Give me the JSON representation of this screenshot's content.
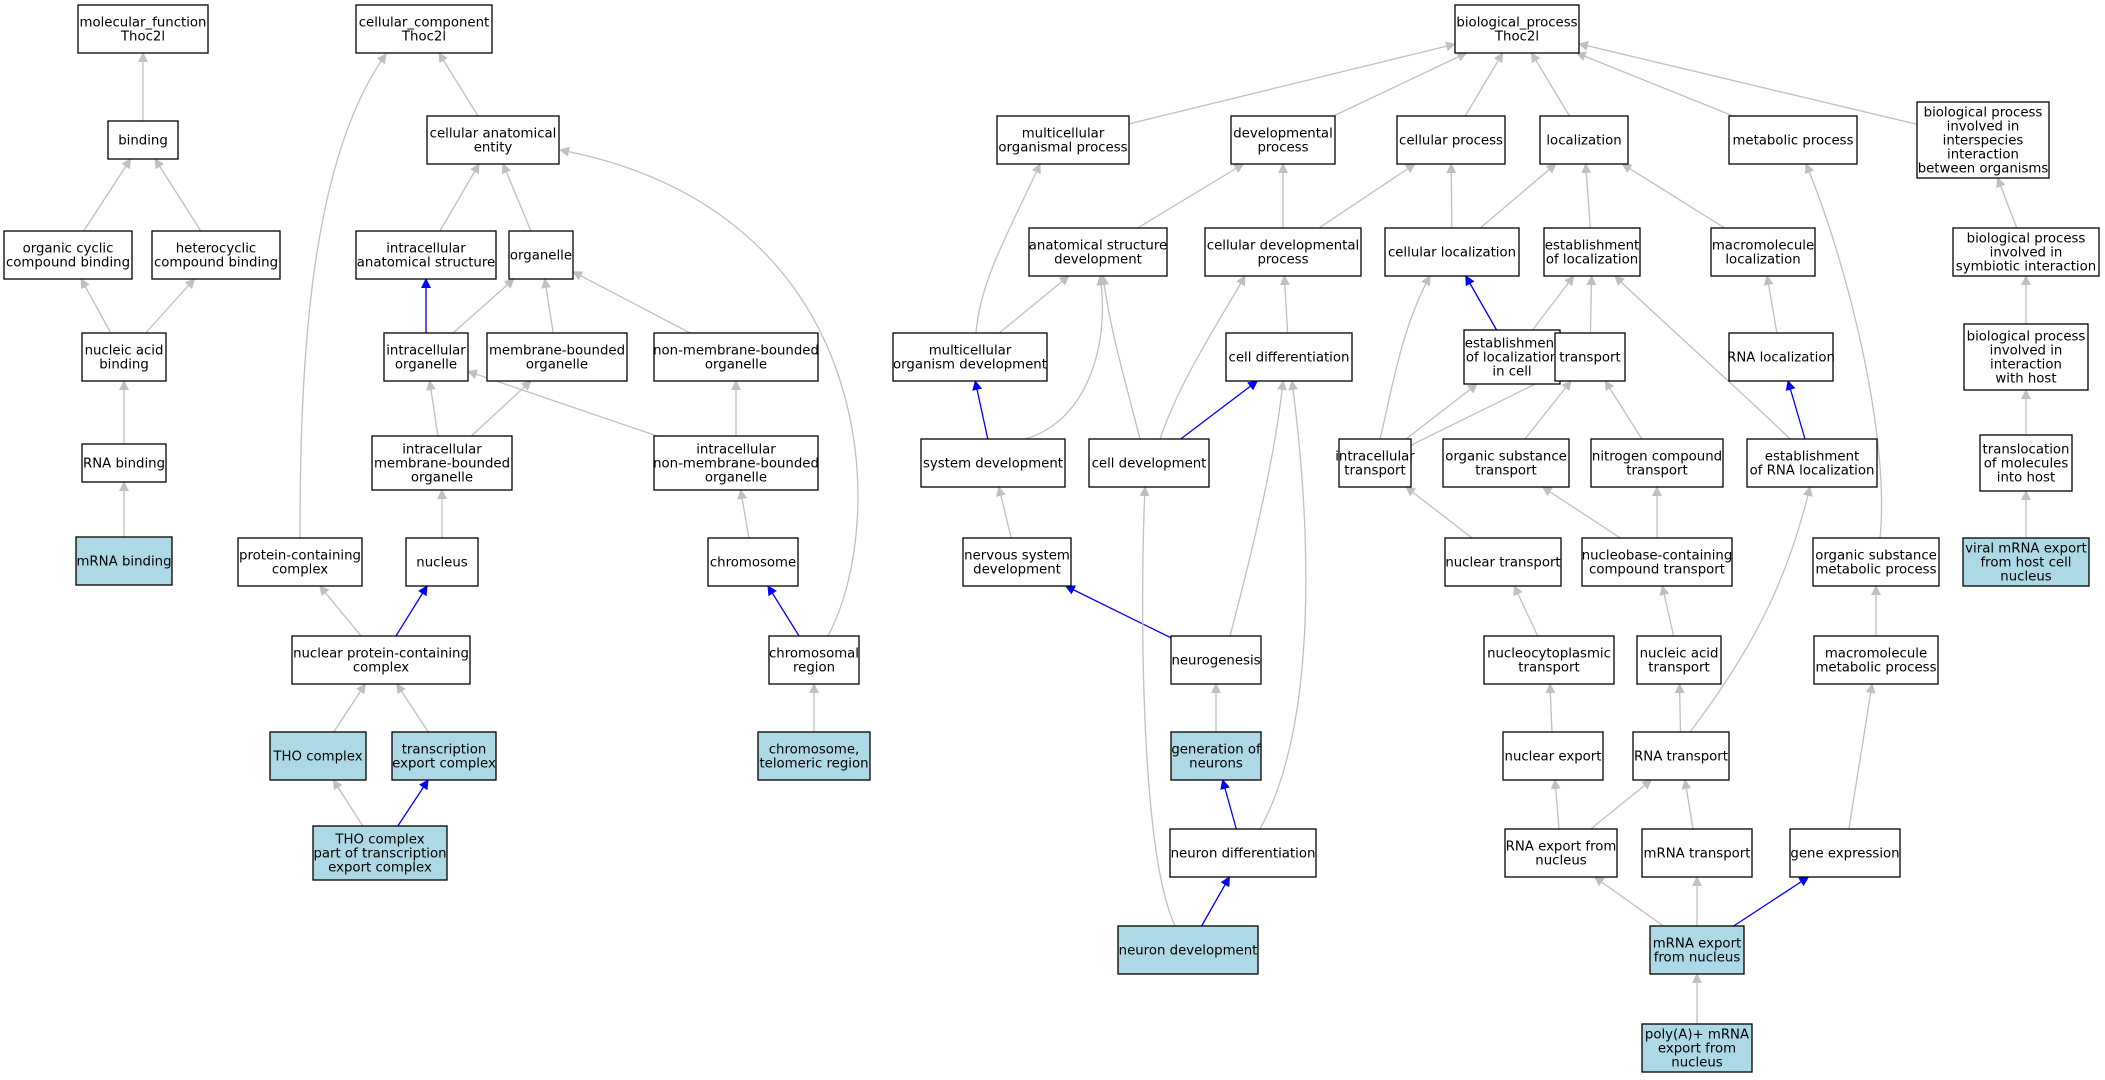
{
  "colors": {
    "highlight_fill": "#add8e6",
    "default_fill": "#ffffff",
    "edge_gray": "#c0c0c0",
    "edge_blue": "#0000ff",
    "border": "#000000"
  },
  "nodes": [
    {
      "id": "mf",
      "lines": [
        "molecular_function",
        "Thoc2l"
      ],
      "highlight": false
    },
    {
      "id": "cc",
      "lines": [
        "cellular_component",
        "Thoc2l"
      ],
      "highlight": false
    },
    {
      "id": "bp",
      "lines": [
        "biological_process",
        "Thoc2l"
      ],
      "highlight": false
    },
    {
      "id": "binding",
      "lines": [
        "binding"
      ],
      "highlight": false
    },
    {
      "id": "occb",
      "lines": [
        "organic cyclic",
        "compound binding"
      ],
      "highlight": false
    },
    {
      "id": "hcb",
      "lines": [
        "heterocyclic",
        "compound binding"
      ],
      "highlight": false
    },
    {
      "id": "nab",
      "lines": [
        "nucleic acid",
        "binding"
      ],
      "highlight": false
    },
    {
      "id": "rnab",
      "lines": [
        "RNA binding"
      ],
      "highlight": false
    },
    {
      "id": "mrnab",
      "lines": [
        "mRNA binding"
      ],
      "highlight": true
    },
    {
      "id": "cae",
      "lines": [
        "cellular anatomical",
        "entity"
      ],
      "highlight": false
    },
    {
      "id": "ias",
      "lines": [
        "intracellular",
        "anatomical structure"
      ],
      "highlight": false
    },
    {
      "id": "org",
      "lines": [
        "organelle"
      ],
      "highlight": false
    },
    {
      "id": "io",
      "lines": [
        "intracellular",
        "organelle"
      ],
      "highlight": false
    },
    {
      "id": "mbo",
      "lines": [
        "membrane-bounded",
        "organelle"
      ],
      "highlight": false
    },
    {
      "id": "nmbo",
      "lines": [
        "non-membrane-bounded",
        "organelle"
      ],
      "highlight": false
    },
    {
      "id": "imbo",
      "lines": [
        "intracellular",
        "membrane-bounded",
        "organelle"
      ],
      "highlight": false
    },
    {
      "id": "inmbo",
      "lines": [
        "intracellular",
        "non-membrane-bounded",
        "organelle"
      ],
      "highlight": false
    },
    {
      "id": "pcc",
      "lines": [
        "protein-containing",
        "complex"
      ],
      "highlight": false
    },
    {
      "id": "nucleus",
      "lines": [
        "nucleus"
      ],
      "highlight": false
    },
    {
      "id": "chromosome",
      "lines": [
        "chromosome"
      ],
      "highlight": false
    },
    {
      "id": "npcc",
      "lines": [
        "nuclear protein-containing",
        "complex"
      ],
      "highlight": false
    },
    {
      "id": "chromreg",
      "lines": [
        "chromosomal",
        "region"
      ],
      "highlight": false
    },
    {
      "id": "tho",
      "lines": [
        "THO complex"
      ],
      "highlight": true
    },
    {
      "id": "trex",
      "lines": [
        "transcription",
        "export complex"
      ],
      "highlight": true
    },
    {
      "id": "telo",
      "lines": [
        "chromosome,",
        "telomeric region"
      ],
      "highlight": true
    },
    {
      "id": "thotrex",
      "lines": [
        "THO complex",
        "part of transcription",
        "export complex"
      ],
      "highlight": true
    },
    {
      "id": "mop",
      "lines": [
        "multicellular",
        "organismal process"
      ],
      "highlight": false
    },
    {
      "id": "devp",
      "lines": [
        "developmental",
        "process"
      ],
      "highlight": false
    },
    {
      "id": "cellp",
      "lines": [
        "cellular process"
      ],
      "highlight": false
    },
    {
      "id": "loc",
      "lines": [
        "localization"
      ],
      "highlight": false
    },
    {
      "id": "metp",
      "lines": [
        "metabolic process"
      ],
      "highlight": false
    },
    {
      "id": "bpii",
      "lines": [
        "biological process",
        "involved in",
        "interspecies",
        "interaction",
        "between organisms"
      ],
      "highlight": false
    },
    {
      "id": "asd",
      "lines": [
        "anatomical structure",
        "development"
      ],
      "highlight": false
    },
    {
      "id": "cdp",
      "lines": [
        "cellular developmental",
        "process"
      ],
      "highlight": false
    },
    {
      "id": "cloc",
      "lines": [
        "cellular localization"
      ],
      "highlight": false
    },
    {
      "id": "eloc",
      "lines": [
        "establishment",
        "of localization"
      ],
      "highlight": false
    },
    {
      "id": "mloc",
      "lines": [
        "macromolecule",
        "localization"
      ],
      "highlight": false
    },
    {
      "id": "bpsym",
      "lines": [
        "biological process",
        "involved in",
        "symbiotic interaction"
      ],
      "highlight": false
    },
    {
      "id": "mod",
      "lines": [
        "multicellular",
        "organism development"
      ],
      "highlight": false
    },
    {
      "id": "celldiff",
      "lines": [
        "cell differentiation"
      ],
      "highlight": false
    },
    {
      "id": "elocc",
      "lines": [
        "establishment",
        "of localization",
        "in cell"
      ],
      "highlight": false
    },
    {
      "id": "transport",
      "lines": [
        "transport"
      ],
      "highlight": false
    },
    {
      "id": "rnaloc",
      "lines": [
        "RNA localization"
      ],
      "highlight": false
    },
    {
      "id": "bpihost",
      "lines": [
        "biological process",
        "involved in",
        "interaction",
        "with host"
      ],
      "highlight": false
    },
    {
      "id": "sysdev",
      "lines": [
        "system development"
      ],
      "highlight": false
    },
    {
      "id": "celldev",
      "lines": [
        "cell development"
      ],
      "highlight": false
    },
    {
      "id": "ict",
      "lines": [
        "intracellular",
        "transport"
      ],
      "highlight": false
    },
    {
      "id": "ost",
      "lines": [
        "organic substance",
        "transport"
      ],
      "highlight": false
    },
    {
      "id": "nct",
      "lines": [
        "nitrogen compound",
        "transport"
      ],
      "highlight": false
    },
    {
      "id": "erl",
      "lines": [
        "establishment",
        "of RNA localization"
      ],
      "highlight": false
    },
    {
      "id": "tmih",
      "lines": [
        "translocation",
        "of molecules",
        "into host"
      ],
      "highlight": false
    },
    {
      "id": "nsd",
      "lines": [
        "nervous system",
        "development"
      ],
      "highlight": false
    },
    {
      "id": "nuct",
      "lines": [
        "nuclear transport"
      ],
      "highlight": false
    },
    {
      "id": "nbct",
      "lines": [
        "nucleobase-containing",
        "compound transport"
      ],
      "highlight": false
    },
    {
      "id": "osmp",
      "lines": [
        "organic substance",
        "metabolic process"
      ],
      "highlight": false
    },
    {
      "id": "vmrna",
      "lines": [
        "viral mRNA export",
        "from host cell",
        "nucleus"
      ],
      "highlight": true
    },
    {
      "id": "neurogen",
      "lines": [
        "neurogenesis"
      ],
      "highlight": false
    },
    {
      "id": "ncyt",
      "lines": [
        "nucleocytoplasmic",
        "transport"
      ],
      "highlight": false
    },
    {
      "id": "nat",
      "lines": [
        "nucleic acid",
        "transport"
      ],
      "highlight": false
    },
    {
      "id": "mmp",
      "lines": [
        "macromolecule",
        "metabolic process"
      ],
      "highlight": false
    },
    {
      "id": "genneur",
      "lines": [
        "generation of",
        "neurons"
      ],
      "highlight": true
    },
    {
      "id": "nucexp",
      "lines": [
        "nuclear export"
      ],
      "highlight": false
    },
    {
      "id": "rnat",
      "lines": [
        "RNA transport"
      ],
      "highlight": false
    },
    {
      "id": "neurdiff",
      "lines": [
        "neuron differentiation"
      ],
      "highlight": false
    },
    {
      "id": "rnaexp",
      "lines": [
        "RNA export from",
        "nucleus"
      ],
      "highlight": false
    },
    {
      "id": "mrnat",
      "lines": [
        "mRNA transport"
      ],
      "highlight": false
    },
    {
      "id": "geneexp",
      "lines": [
        "gene expression"
      ],
      "highlight": false
    },
    {
      "id": "neurdev",
      "lines": [
        "neuron development"
      ],
      "highlight": true
    },
    {
      "id": "mrnaexp",
      "lines": [
        "mRNA export",
        "from nucleus"
      ],
      "highlight": true
    },
    {
      "id": "polya",
      "lines": [
        "poly(A)+ mRNA",
        "export from",
        "nucleus"
      ],
      "highlight": true
    }
  ],
  "edges": [
    {
      "from": "binding",
      "to": "mf",
      "kind": "gray"
    },
    {
      "from": "occb",
      "to": "binding",
      "kind": "gray"
    },
    {
      "from": "hcb",
      "to": "binding",
      "kind": "gray"
    },
    {
      "from": "nab",
      "to": "occb",
      "kind": "gray"
    },
    {
      "from": "nab",
      "to": "hcb",
      "kind": "gray"
    },
    {
      "from": "rnab",
      "to": "nab",
      "kind": "gray"
    },
    {
      "from": "mrnab",
      "to": "rnab",
      "kind": "gray"
    },
    {
      "from": "cae",
      "to": "cc",
      "kind": "gray"
    },
    {
      "from": "pcc",
      "to": "cc",
      "kind": "gray"
    },
    {
      "from": "ias",
      "to": "cae",
      "kind": "gray"
    },
    {
      "from": "org",
      "to": "cae",
      "kind": "gray"
    },
    {
      "from": "chromreg",
      "to": "cae",
      "kind": "gray"
    },
    {
      "from": "io",
      "to": "ias",
      "kind": "blue"
    },
    {
      "from": "io",
      "to": "org",
      "kind": "gray"
    },
    {
      "from": "mbo",
      "to": "org",
      "kind": "gray"
    },
    {
      "from": "nmbo",
      "to": "org",
      "kind": "gray"
    },
    {
      "from": "imbo",
      "to": "io",
      "kind": "gray"
    },
    {
      "from": "imbo",
      "to": "mbo",
      "kind": "gray"
    },
    {
      "from": "inmbo",
      "to": "io",
      "kind": "gray"
    },
    {
      "from": "inmbo",
      "to": "nmbo",
      "kind": "gray"
    },
    {
      "from": "nucleus",
      "to": "imbo",
      "kind": "gray"
    },
    {
      "from": "chromosome",
      "to": "inmbo",
      "kind": "gray"
    },
    {
      "from": "npcc",
      "to": "pcc",
      "kind": "gray"
    },
    {
      "from": "npcc",
      "to": "nucleus",
      "kind": "blue"
    },
    {
      "from": "chromreg",
      "to": "chromosome",
      "kind": "blue"
    },
    {
      "from": "tho",
      "to": "npcc",
      "kind": "gray"
    },
    {
      "from": "trex",
      "to": "npcc",
      "kind": "gray"
    },
    {
      "from": "telo",
      "to": "chromreg",
      "kind": "gray"
    },
    {
      "from": "thotrex",
      "to": "tho",
      "kind": "gray"
    },
    {
      "from": "thotrex",
      "to": "trex",
      "kind": "blue"
    },
    {
      "from": "mop",
      "to": "bp",
      "kind": "gray"
    },
    {
      "from": "devp",
      "to": "bp",
      "kind": "gray"
    },
    {
      "from": "cellp",
      "to": "bp",
      "kind": "gray"
    },
    {
      "from": "loc",
      "to": "bp",
      "kind": "gray"
    },
    {
      "from": "metp",
      "to": "bp",
      "kind": "gray"
    },
    {
      "from": "bpii",
      "to": "bp",
      "kind": "gray"
    },
    {
      "from": "asd",
      "to": "devp",
      "kind": "gray"
    },
    {
      "from": "cdp",
      "to": "devp",
      "kind": "gray"
    },
    {
      "from": "cdp",
      "to": "cellp",
      "kind": "gray"
    },
    {
      "from": "cloc",
      "to": "cellp",
      "kind": "gray"
    },
    {
      "from": "cloc",
      "to": "loc",
      "kind": "gray"
    },
    {
      "from": "eloc",
      "to": "loc",
      "kind": "gray"
    },
    {
      "from": "mloc",
      "to": "loc",
      "kind": "gray"
    },
    {
      "from": "bpsym",
      "to": "bpii",
      "kind": "gray"
    },
    {
      "from": "mod",
      "to": "mop",
      "kind": "gray"
    },
    {
      "from": "mod",
      "to": "asd",
      "kind": "gray"
    },
    {
      "from": "celldiff",
      "to": "cdp",
      "kind": "gray"
    },
    {
      "from": "celldev",
      "to": "cdp",
      "kind": "gray"
    },
    {
      "from": "elocc",
      "to": "cloc",
      "kind": "blue"
    },
    {
      "from": "elocc",
      "to": "eloc",
      "kind": "gray"
    },
    {
      "from": "transport",
      "to": "eloc",
      "kind": "gray"
    },
    {
      "from": "erl",
      "to": "eloc",
      "kind": "gray"
    },
    {
      "from": "rnaloc",
      "to": "mloc",
      "kind": "gray"
    },
    {
      "from": "bpihost",
      "to": "bpsym",
      "kind": "gray"
    },
    {
      "from": "sysdev",
      "to": "mod",
      "kind": "blue"
    },
    {
      "from": "sysdev",
      "to": "asd",
      "kind": "gray"
    },
    {
      "from": "celldev",
      "to": "asd",
      "kind": "gray"
    },
    {
      "from": "celldev",
      "to": "celldiff",
      "kind": "blue"
    },
    {
      "from": "ict",
      "to": "cloc",
      "kind": "gray"
    },
    {
      "from": "ict",
      "to": "elocc",
      "kind": "gray"
    },
    {
      "from": "ict",
      "to": "transport",
      "kind": "gray"
    },
    {
      "from": "ost",
      "to": "transport",
      "kind": "gray"
    },
    {
      "from": "nct",
      "to": "transport",
      "kind": "gray"
    },
    {
      "from": "erl",
      "to": "rnaloc",
      "kind": "blue"
    },
    {
      "from": "tmih",
      "to": "bpihost",
      "kind": "gray"
    },
    {
      "from": "nsd",
      "to": "sysdev",
      "kind": "gray"
    },
    {
      "from": "nuct",
      "to": "ict",
      "kind": "gray"
    },
    {
      "from": "nbct",
      "to": "ost",
      "kind": "gray"
    },
    {
      "from": "nbct",
      "to": "nct",
      "kind": "gray"
    },
    {
      "from": "osmp",
      "to": "metp",
      "kind": "gray"
    },
    {
      "from": "vmrna",
      "to": "tmih",
      "kind": "gray"
    },
    {
      "from": "neurogen",
      "to": "nsd",
      "kind": "blue"
    },
    {
      "from": "neurogen",
      "to": "celldiff",
      "kind": "gray"
    },
    {
      "from": "ncyt",
      "to": "nuct",
      "kind": "gray"
    },
    {
      "from": "nat",
      "to": "nbct",
      "kind": "gray"
    },
    {
      "from": "mmp",
      "to": "osmp",
      "kind": "gray"
    },
    {
      "from": "genneur",
      "to": "neurogen",
      "kind": "gray"
    },
    {
      "from": "nucexp",
      "to": "ncyt",
      "kind": "gray"
    },
    {
      "from": "rnat",
      "to": "nat",
      "kind": "gray"
    },
    {
      "from": "rnat",
      "to": "erl",
      "kind": "gray"
    },
    {
      "from": "neurdiff",
      "to": "genneur",
      "kind": "blue"
    },
    {
      "from": "neurdiff",
      "to": "celldiff",
      "kind": "gray"
    },
    {
      "from": "rnaexp",
      "to": "nucexp",
      "kind": "gray"
    },
    {
      "from": "rnaexp",
      "to": "rnat",
      "kind": "gray"
    },
    {
      "from": "mrnat",
      "to": "rnat",
      "kind": "gray"
    },
    {
      "from": "geneexp",
      "to": "mmp",
      "kind": "gray"
    },
    {
      "from": "neurdev",
      "to": "neurdiff",
      "kind": "blue"
    },
    {
      "from": "neurdev",
      "to": "celldev",
      "kind": "gray"
    },
    {
      "from": "mrnaexp",
      "to": "rnaexp",
      "kind": "gray"
    },
    {
      "from": "mrnaexp",
      "to": "mrnat",
      "kind": "gray"
    },
    {
      "from": "mrnaexp",
      "to": "geneexp",
      "kind": "blue"
    },
    {
      "from": "polya",
      "to": "mrnaexp",
      "kind": "gray"
    }
  ]
}
